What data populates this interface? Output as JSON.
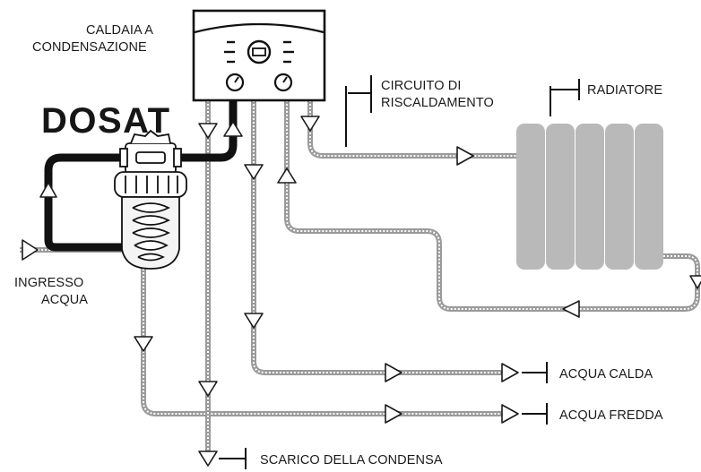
{
  "boiler": {
    "label_line1": "CALDAIA A",
    "label_line2": "CONDENSAZIONE"
  },
  "filter": {
    "brand": "DOSAT"
  },
  "labels": {
    "circuit_line1": "CIRCUITO DI",
    "circuit_line2": "RISCALDAMENTO",
    "radiator": "RADIATORE",
    "inlet_line1": "INGRESSO",
    "inlet_line2": "ACQUA",
    "hot_water": "ACQUA CALDA",
    "cold_water": "ACQUA FREDDA",
    "condensate_drain": "SCARICO DELLA CONDENSA"
  },
  "colors": {
    "pipe_hot": "#111111",
    "pipe_cold": "#9a9a9a",
    "radiator": "#b9b9b9",
    "text": "#1a1a1a"
  },
  "icons": [
    "dial-icon",
    "display-icon",
    "arrow-icon"
  ]
}
